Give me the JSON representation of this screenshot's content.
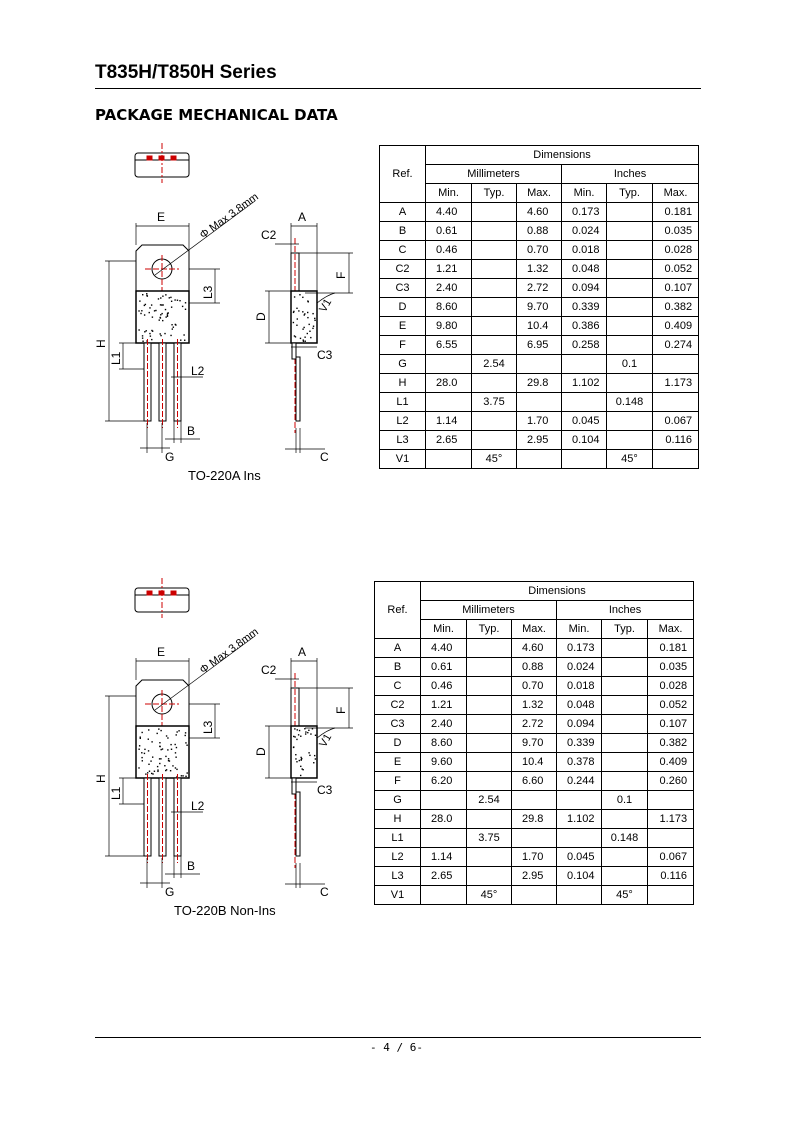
{
  "header": {
    "title": "T835H/T850H Series"
  },
  "section": {
    "title": "PACKAGE MECHANICAL DATA"
  },
  "labels": {
    "E": "E",
    "A": "A",
    "C2": "C2",
    "phi": "Φ Max 3.8mm",
    "F": "F",
    "L3": "L3",
    "D": "D",
    "V1": "V1",
    "H": "H",
    "L1": "L1",
    "C3": "C3",
    "L2": "L2",
    "B": "B",
    "G": "G",
    "C": "C"
  },
  "packages": [
    {
      "caption": "TO-220A Ins",
      "table": {
        "head_dimensions": "Dimensions",
        "head_ref": "Ref.",
        "head_mm": "Millimeters",
        "head_in": "Inches",
        "sub": [
          "Min.",
          "Typ.",
          "Max.",
          "Min.",
          "Typ.",
          "Max."
        ],
        "rows": [
          [
            "A",
            "4.40",
            "",
            "4.60",
            "0.173",
            "",
            "0.181"
          ],
          [
            "B",
            "0.61",
            "",
            "0.88",
            "0.024",
            "",
            "0.035"
          ],
          [
            "C",
            "0.46",
            "",
            "0.70",
            "0.018",
            "",
            "0.028"
          ],
          [
            "C2",
            "1.21",
            "",
            "1.32",
            "0.048",
            "",
            "0.052"
          ],
          [
            "C3",
            "2.40",
            "",
            "2.72",
            "0.094",
            "",
            "0.107"
          ],
          [
            "D",
            "8.60",
            "",
            "9.70",
            "0.339",
            "",
            "0.382"
          ],
          [
            "E",
            "9.80",
            "",
            "10.4",
            "0.386",
            "",
            "0.409"
          ],
          [
            "F",
            "6.55",
            "",
            "6.95",
            "0.258",
            "",
            "0.274"
          ],
          [
            "G",
            "",
            "2.54",
            "",
            "",
            "0.1",
            ""
          ],
          [
            "H",
            "28.0",
            "",
            "29.8",
            "1.102",
            "",
            "1.173"
          ],
          [
            "L1",
            "",
            "3.75",
            "",
            "",
            "0.148",
            ""
          ],
          [
            "L2",
            "1.14",
            "",
            "1.70",
            "0.045",
            "",
            "0.067"
          ],
          [
            "L3",
            "2.65",
            "",
            "2.95",
            "0.104",
            "",
            "0.116"
          ],
          [
            "V1",
            "",
            "45°",
            "",
            "",
            "45°",
            ""
          ]
        ]
      }
    },
    {
      "caption": "TO-220B Non-Ins",
      "table": {
        "head_dimensions": "Dimensions",
        "head_ref": "Ref.",
        "head_mm": "Millimeters",
        "head_in": "Inches",
        "sub": [
          "Min.",
          "Typ.",
          "Max.",
          "Min.",
          "Typ.",
          "Max."
        ],
        "rows": [
          [
            "A",
            "4.40",
            "",
            "4.60",
            "0.173",
            "",
            "0.181"
          ],
          [
            "B",
            "0.61",
            "",
            "0.88",
            "0.024",
            "",
            "0.035"
          ],
          [
            "C",
            "0.46",
            "",
            "0.70",
            "0.018",
            "",
            "0.028"
          ],
          [
            "C2",
            "1.21",
            "",
            "1.32",
            "0.048",
            "",
            "0.052"
          ],
          [
            "C3",
            "2.40",
            "",
            "2.72",
            "0.094",
            "",
            "0.107"
          ],
          [
            "D",
            "8.60",
            "",
            "9.70",
            "0.339",
            "",
            "0.382"
          ],
          [
            "E",
            "9.60",
            "",
            "10.4",
            "0.378",
            "",
            "0.409"
          ],
          [
            "F",
            "6.20",
            "",
            "6.60",
            "0.244",
            "",
            "0.260"
          ],
          [
            "G",
            "",
            "2.54",
            "",
            "",
            "0.1",
            ""
          ],
          [
            "H",
            "28.0",
            "",
            "29.8",
            "1.102",
            "",
            "1.173"
          ],
          [
            "L1",
            "",
            "3.75",
            "",
            "",
            "0.148",
            ""
          ],
          [
            "L2",
            "1.14",
            "",
            "1.70",
            "0.045",
            "",
            "0.067"
          ],
          [
            "L3",
            "2.65",
            "",
            "2.95",
            "0.104",
            "",
            "0.116"
          ],
          [
            "V1",
            "",
            "45°",
            "",
            "",
            "45°",
            ""
          ]
        ]
      }
    }
  ],
  "footer": {
    "page": "- 4 / 6-"
  }
}
